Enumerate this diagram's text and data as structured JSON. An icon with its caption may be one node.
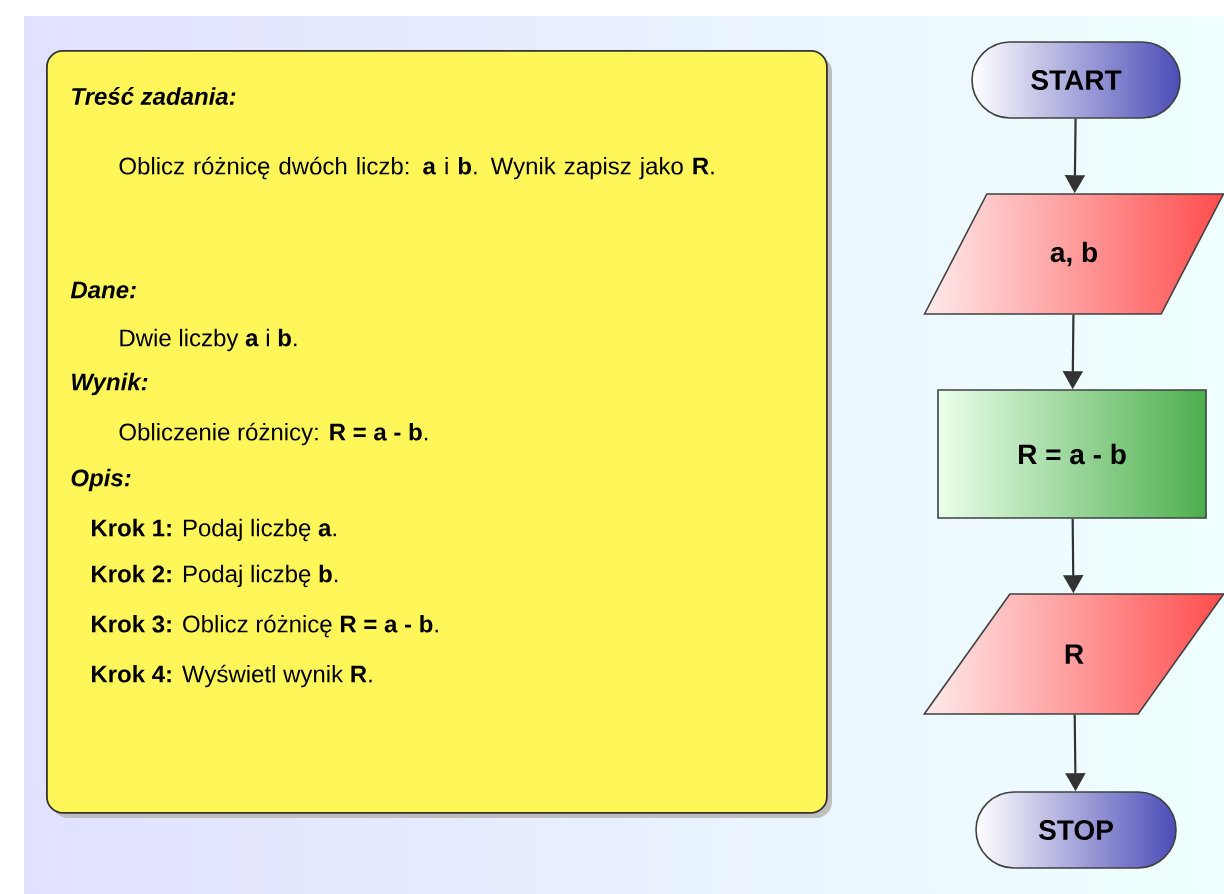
{
  "diagram": {
    "nodes": [
      {
        "text": [
          "Treść zadania:",
          "Oblicz różnicę dwóch liczb: **a** i **b**. Wynik zapisz jako **R**.",
          "Dane:",
          "Dwie liczby **a** i **b**.",
          "Wynik:",
          "Obliczenie różnicy: **R = a - b**.",
          "Opis:",
          "**Krok 1:** Podaj liczbę **a**.",
          "**Krok 2:** Podaj liczbę **b**.",
          "**Krok 3:** Oblicz różnicę **R = a - b**.",
          "**Krok 4:** Wyświetl wynik **R**."
        ]
      },
      {
        "text": [
          "START"
        ]
      },
      {
        "text": [
          "a, b"
        ]
      },
      {
        "text": [
          "R = a - b"
        ]
      },
      {
        "text": [
          "R"
        ]
      },
      {
        "text": [
          "STOP"
        ]
      }
    ],
    "edges": [
      {
        "from": 1,
        "to": 2,
        "arrow": "to"
      },
      {
        "from": 2,
        "to": 3,
        "arrow": "to"
      },
      {
        "from": 3,
        "to": 4,
        "arrow": "to"
      },
      {
        "from": 4,
        "to": 5,
        "arrow": "to"
      }
    ]
  }
}
